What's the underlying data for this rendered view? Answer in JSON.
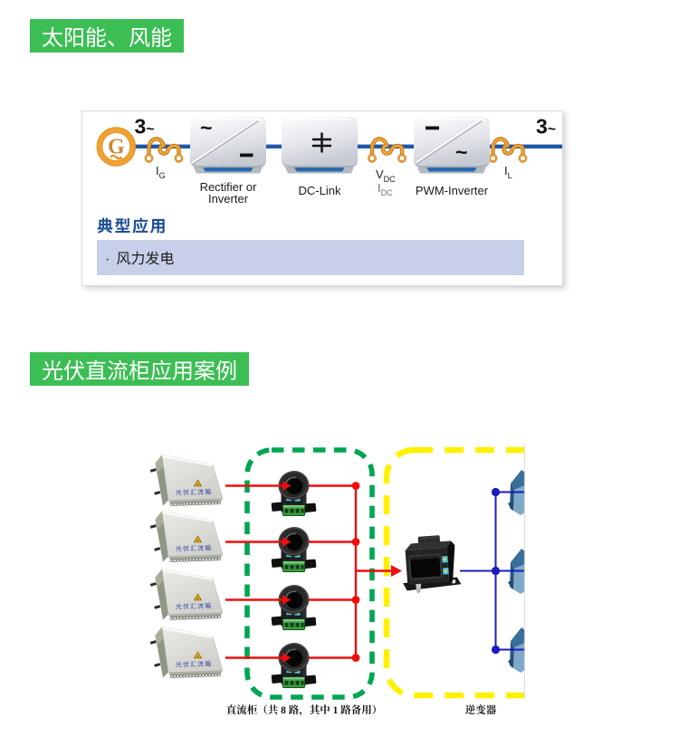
{
  "colors": {
    "accent-green": "#3CBE54",
    "heading-blue": "#1D4F96",
    "app-bar-blue": "#C7D0E8",
    "circuit-line-blue": "#1D57A6",
    "sensor-orange": "#F0A132",
    "red-line": "#F20D0D",
    "bus-blue": "#1B1BBE",
    "dash-green": "#00A651",
    "dash-yellow": "#FFF101",
    "box-label-black": "#1A1A1A"
  },
  "section1": {
    "tag": "太阳能、风能",
    "panel": {
      "diagram": {
        "generator_letter": "G",
        "generator_tilde": "~",
        "three_phase_left_digit": "3",
        "three_phase_left_tilde": "~",
        "three_phase_right_digit": "3",
        "three_phase_right_tilde": "~",
        "rectifier_symbol_ac": "~",
        "inverter_symbol_ac": "~",
        "sensor_ig_sym": "I",
        "sensor_ig_sub": "G",
        "sensor_vdc_sym": "V",
        "sensor_vdc_sub": "DC",
        "sensor_idc_sym": "I",
        "sensor_idc_sub": "DC",
        "sensor_il_sym": "I",
        "sensor_il_sub": "L",
        "rectifier_label_line1": "Rectifier or",
        "rectifier_label_line2": "Inverter",
        "dclink_label": "DC-Link",
        "pwm_inverter_label": "PWM-Inverter"
      },
      "typical_heading": "典型应用",
      "applications": [
        {
          "bullet": "·",
          "text": "风力发电"
        }
      ]
    }
  },
  "section2": {
    "tag": "光伏直流柜应用案例",
    "diagram": {
      "combiner_label": "光伏汇流箱",
      "dc_cabinet_label": "直流柜（共 8 路，其中 1 路备用）",
      "inverter_label": "逆变器"
    }
  }
}
